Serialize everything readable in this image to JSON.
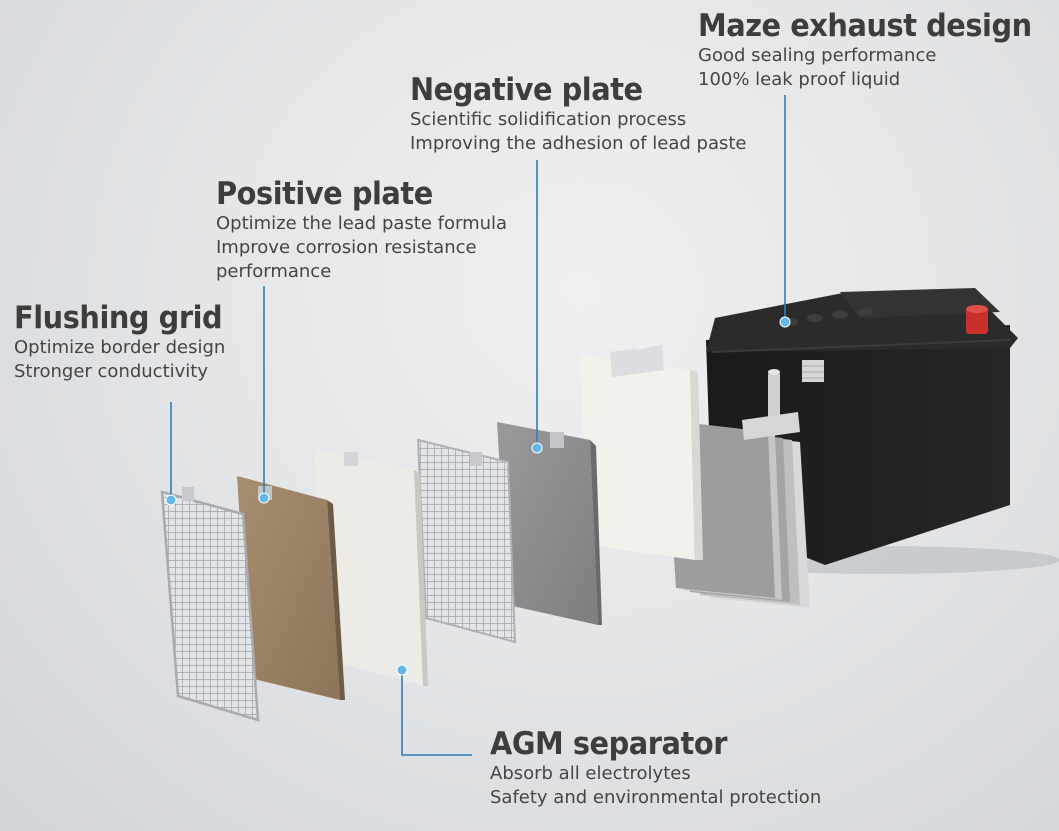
{
  "callouts": {
    "maze": {
      "title": "Maze exhaust design",
      "lines": [
        "Good sealing performance",
        "100% leak proof liquid"
      ]
    },
    "negative": {
      "title": "Negative plate",
      "lines": [
        "Scientific solidification process",
        "Improving the adhesion of lead paste"
      ]
    },
    "positive": {
      "title": "Positive plate",
      "lines": [
        "Optimize the lead paste formula",
        "Improve corrosion resistance",
        "performance"
      ]
    },
    "flushing": {
      "title": "Flushing grid",
      "lines": [
        "Optimize border design",
        "Stronger conductivity"
      ]
    },
    "agm": {
      "title": "AGM separator",
      "lines": [
        "Absorb all electrolytes",
        "Safety and environmental protection"
      ]
    }
  },
  "colors": {
    "leader_line": "#2f7fb8",
    "leader_dot": "#63b8e6",
    "battery_case": "#1c1c1d",
    "positive_plate": "#9b8266",
    "negative_plate": "#8b8b8d",
    "separator": "#ecebe6",
    "grid": "#b7b9bd",
    "terminal_red": "#c9302c"
  }
}
